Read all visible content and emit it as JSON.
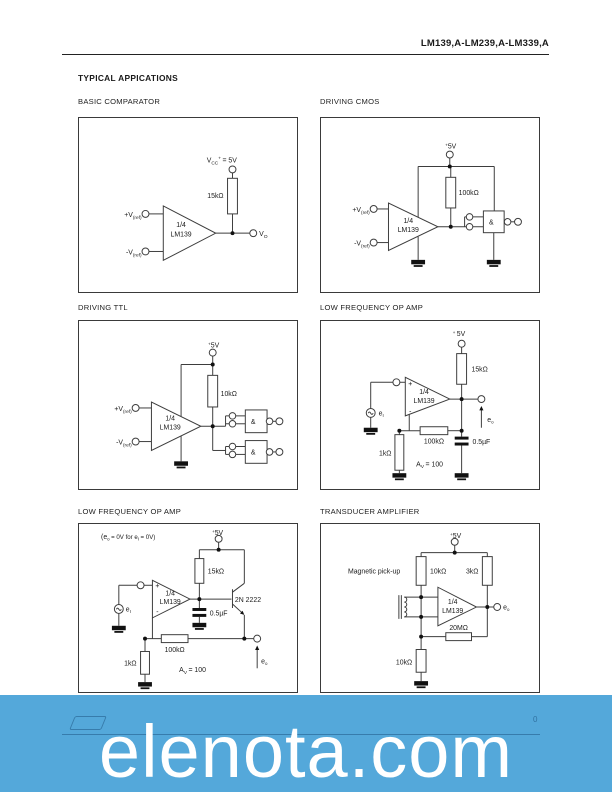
{
  "page": {
    "header_title": "LM139,A-LM239,A-LM339,A",
    "section_title": "TYPICAL APPICATIONS",
    "watermark_text": "elenota.com",
    "footer_page_mark": "0",
    "banner_color": "#54a8da"
  },
  "circuits": {
    "c1": {
      "title": "BASIC COMPARATOR",
      "vcc_main": "V",
      "vcc_sub": "CC",
      "vcc_sup": "+",
      "vcc_eq": "= 5V",
      "r1": "15kΩ",
      "amp_frac": "1/4",
      "amp_name": "LM139",
      "in_p": "+V",
      "in_p_sub": "(ref)",
      "in_n": "-V",
      "in_n_sub": "(ref)",
      "out_main": "V",
      "out_sub": "O"
    },
    "c2": {
      "title": "DRIVING CMOS",
      "supply_sup": "+",
      "supply": "5V",
      "r1": "100kΩ",
      "amp_frac": "1/4",
      "amp_name": "LM139",
      "in_p": "+V",
      "in_p_sub": "(ref)",
      "in_n": "-V",
      "in_n_sub": "(ref)",
      "gate": "&"
    },
    "c3": {
      "title": "DRIVING TTL",
      "supply_sup": "+",
      "supply": "5V",
      "r1": "10kΩ",
      "amp_frac": "1/4",
      "amp_name": "LM139",
      "in_p": "+V",
      "in_p_sub": "(ref)",
      "in_n": "-V",
      "in_n_sub": "(ref)",
      "gate1": "&",
      "gate2": "&"
    },
    "c4": {
      "title": "LOW FREQUENCY OP AMP",
      "supply_sup": "+",
      "supply": "5V",
      "r_top": "15kΩ",
      "r_fb": "100kΩ",
      "r_in": "1kΩ",
      "cap": "0.5µF",
      "amp_frac": "1/4",
      "amp_name": "LM139",
      "plus": "+",
      "minus": "-",
      "src_main": "e",
      "src_sub": "I",
      "gain_main": "A",
      "gain_sub": "V",
      "gain_eq": "= 100",
      "out_main": "e",
      "out_sub": "o"
    },
    "c5": {
      "title": "LOW FREQUENCY OP AMP",
      "note_1": "(e",
      "note_1s": "o",
      "note_2": "= 0V for e",
      "note_2s": "I",
      "note_3": "= 0V)",
      "supply_sup": "+",
      "supply": "5V",
      "r_top": "15kΩ",
      "r_fb": "100kΩ",
      "r_in": "1kΩ",
      "cap": "0.5µF",
      "transistor": "2N 2222",
      "amp_frac": "1/4",
      "amp_name": "LM139",
      "plus": "+",
      "minus": "-",
      "src_main": "e",
      "src_sub": "I",
      "gain_main": "A",
      "gain_sub": "V",
      "gain_eq": "= 100",
      "out_main": "e",
      "out_sub": "o"
    },
    "c6": {
      "title": "TRANSDUCER AMPLIFIER",
      "supply_sup": "+",
      "supply": "5V",
      "pickup": "Magnetic pick-up",
      "r1": "10kΩ",
      "r2": "3kΩ",
      "r_fb": "20MΩ",
      "r_bot": "10kΩ",
      "amp_frac": "1/4",
      "amp_name": "LM139",
      "out_main": "e",
      "out_sub": "o"
    }
  }
}
